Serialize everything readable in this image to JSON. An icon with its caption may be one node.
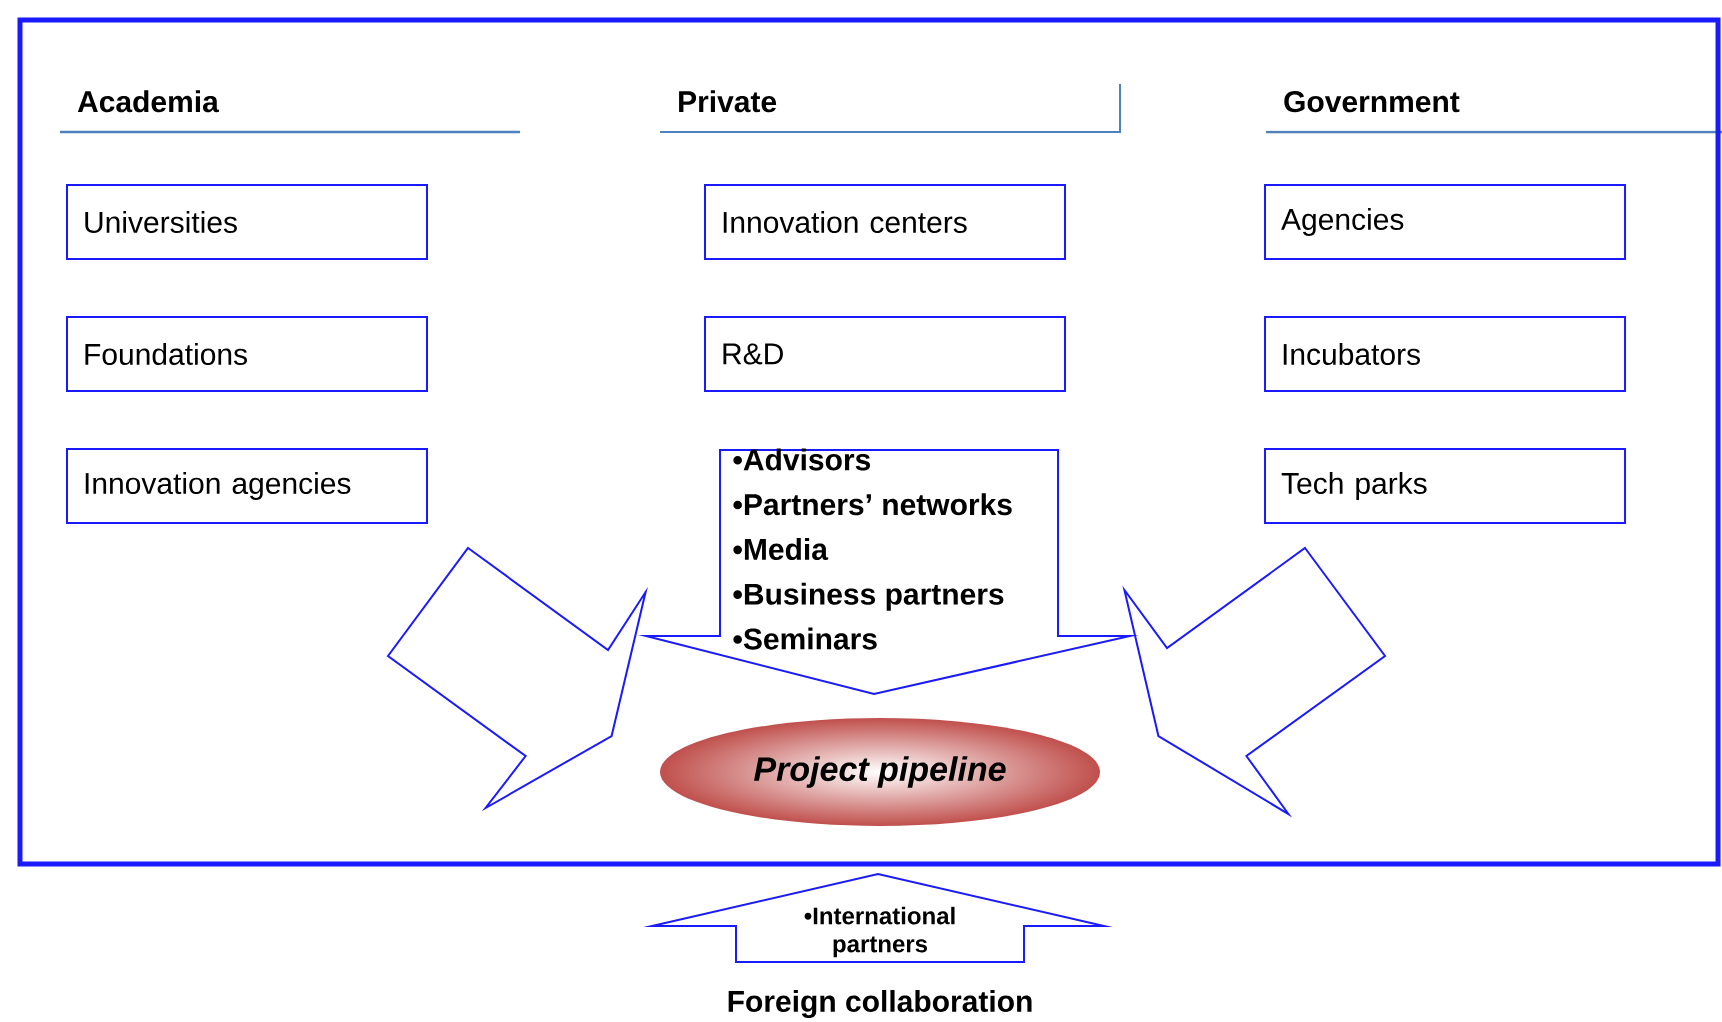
{
  "diagram": {
    "nodes": [
      {
        "text": [],
        "shape": "box"
      },
      {
        "text": [
          "Universities"
        ],
        "in": 0
      },
      {
        "text": [
          "Innovation centers"
        ],
        "in": 0
      },
      {
        "text": [
          "Agencies"
        ],
        "in": 0
      },
      {
        "text": [
          "Foundations"
        ],
        "in": 0
      },
      {
        "text": [
          "R&D"
        ],
        "in": 0
      },
      {
        "text": [
          "Incubators"
        ],
        "in": 0
      },
      {
        "text": [
          "Innovation agencies"
        ],
        "in": 0
      },
      {
        "text": [
          "Tech parks"
        ],
        "in": 0
      },
      {
        "text": [
          "•Advisors",
          "•Partners’ networks",
          "•Media",
          "•Business partners",
          "•Seminars"
        ],
        "in": 0
      },
      {
        "text": [
          "Project pipeline"
        ],
        "in": 0
      },
      {
        "text": [
          "•International partners"
        ],
        "beside": [
          "Foreign collaboration"
        ]
      }
    ],
    "edges": [
      {
        "from": 7,
        "to": 10,
        "arrow": "to"
      },
      {
        "from": 8,
        "to": 10,
        "arrow": "to"
      }
    ],
    "labels": [
      "Academia",
      "Private",
      "Government"
    ]
  }
}
